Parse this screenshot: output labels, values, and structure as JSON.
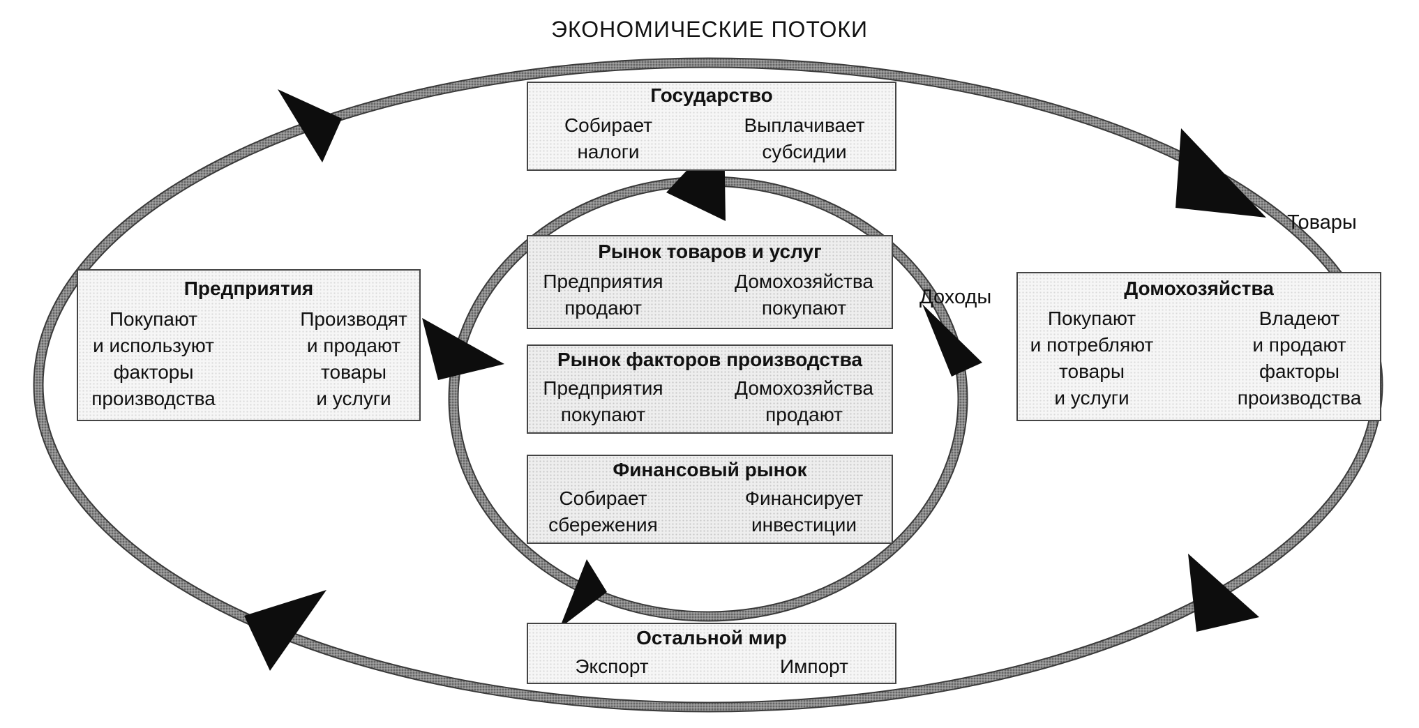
{
  "title": "ЭКОНОМИЧЕСКИЕ ПОТОКИ",
  "flow_labels": {
    "goods": "Товары",
    "income": "Доходы"
  },
  "state": {
    "title": "Государство",
    "left": [
      "Собирает",
      "налоги"
    ],
    "right": [
      "Выплачивает",
      "субсидии"
    ]
  },
  "firms": {
    "title": "Предприятия",
    "left": [
      "Покупают",
      "и используют",
      "факторы",
      "производства"
    ],
    "right": [
      "Производят",
      "и продают",
      "товары",
      "и услуги"
    ]
  },
  "households": {
    "title": "Домохозяйства",
    "left": [
      "Покупают",
      "и потребляют",
      "товары",
      "и услуги"
    ],
    "right": [
      "Владеют",
      "и продают",
      "факторы",
      "производства"
    ]
  },
  "goods_market": {
    "title": "Рынок товаров и услуг",
    "left": [
      "Предприятия",
      "продают"
    ],
    "right": [
      "Домохозяйства",
      "покупают"
    ]
  },
  "factor_market": {
    "title": "Рынок факторов производства",
    "left": [
      "Предприятия",
      "покупают"
    ],
    "right": [
      "Домохозяйства",
      "продают"
    ]
  },
  "financial_market": {
    "title": "Финансовый рынок",
    "left": [
      "Собирает",
      "сбережения"
    ],
    "right": [
      "Финансирует",
      "инвестиции"
    ]
  },
  "rest_of_world": {
    "title": "Остальной мир",
    "left": [
      "Экспорт"
    ],
    "right": [
      "Импорт"
    ]
  }
}
